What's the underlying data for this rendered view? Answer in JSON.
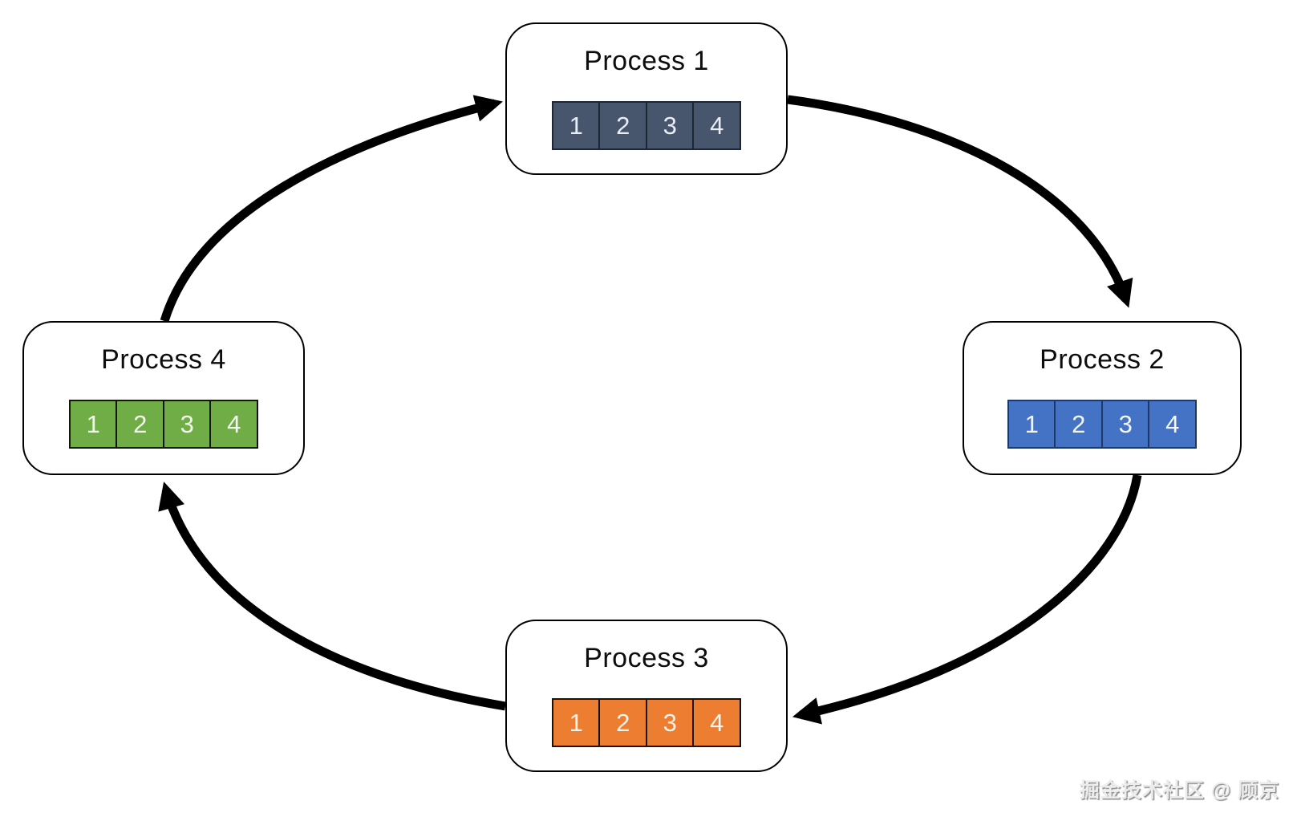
{
  "processes": [
    {
      "label": "Process 1",
      "cells": [
        "1",
        "2",
        "3",
        "4"
      ],
      "cell_fill": "#47566C",
      "cell_border": "#1d2633",
      "cell_text_color": "#e9eef6",
      "position": "top"
    },
    {
      "label": "Process 2",
      "cells": [
        "1",
        "2",
        "3",
        "4"
      ],
      "cell_fill": "#4472C4",
      "cell_border": "#1F3864",
      "cell_text_color": "#f2f5fb",
      "position": "right"
    },
    {
      "label": "Process 3",
      "cells": [
        "1",
        "2",
        "3",
        "4"
      ],
      "cell_fill": "#ED7D31",
      "cell_border": "#141414",
      "cell_text_color": "#faf3e9",
      "position": "bottom"
    },
    {
      "label": "Process 4",
      "cells": [
        "1",
        "2",
        "3",
        "4"
      ],
      "cell_fill": "#70AD47",
      "cell_border": "#141414",
      "cell_text_color": "#f1f7ea",
      "position": "left"
    }
  ],
  "flow": [
    {
      "from": "Process 1",
      "to": "Process 2"
    },
    {
      "from": "Process 2",
      "to": "Process 3"
    },
    {
      "from": "Process 3",
      "to": "Process 4"
    },
    {
      "from": "Process 4",
      "to": "Process 1"
    }
  ],
  "flow_direction": "clockwise cycle",
  "watermark": {
    "text": "掘金技术社区 @ 顾京"
  },
  "colors": {
    "background": "#FFFFFF",
    "arrow": "#000000",
    "box_border": "#000000"
  }
}
